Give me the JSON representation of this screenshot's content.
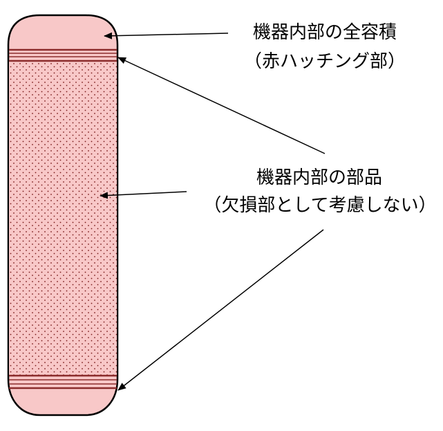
{
  "labels": {
    "total_volume": "機器内部の全容積",
    "total_volume_note": "（赤ハッチング部）",
    "internal_parts": "機器内部の部品",
    "internal_parts_note": "（欠損部として考慮しない）"
  },
  "colors": {
    "vessel_fill": "#f8c8c8",
    "vessel_stroke": "#000000",
    "band_line": "#8b2c2c",
    "dot": "#7a1a1a",
    "arrow": "#000000"
  }
}
